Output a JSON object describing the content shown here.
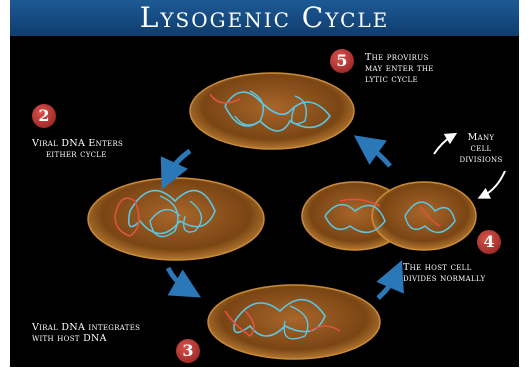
{
  "title": "Lysogenic Cycle",
  "steps": [
    {
      "number": "2",
      "label_line1": "Viral DNA Enters",
      "label_line2": "either cycle"
    },
    {
      "number": "3",
      "label_line1": "Viral DNA integrates",
      "label_line2": "with host DNA"
    },
    {
      "number": "4",
      "label_line1": "The host cell",
      "label_line2": "divides normally"
    },
    {
      "number": "5",
      "label_line1": "The provirus",
      "label_line2": "may enter the",
      "label_line3": "lytic cycle"
    }
  ],
  "divisions_note": {
    "line1": "Many",
    "line2": "cell",
    "line3": "divisions"
  },
  "colors": {
    "title_bar": "#1a5590",
    "background": "#000000",
    "cell_fill": "#8a4f16",
    "host_dna": "#5ac8e6",
    "viral_dna": "#e0523f",
    "badge": "#b02a2a",
    "arrow": "#2a78b8"
  }
}
